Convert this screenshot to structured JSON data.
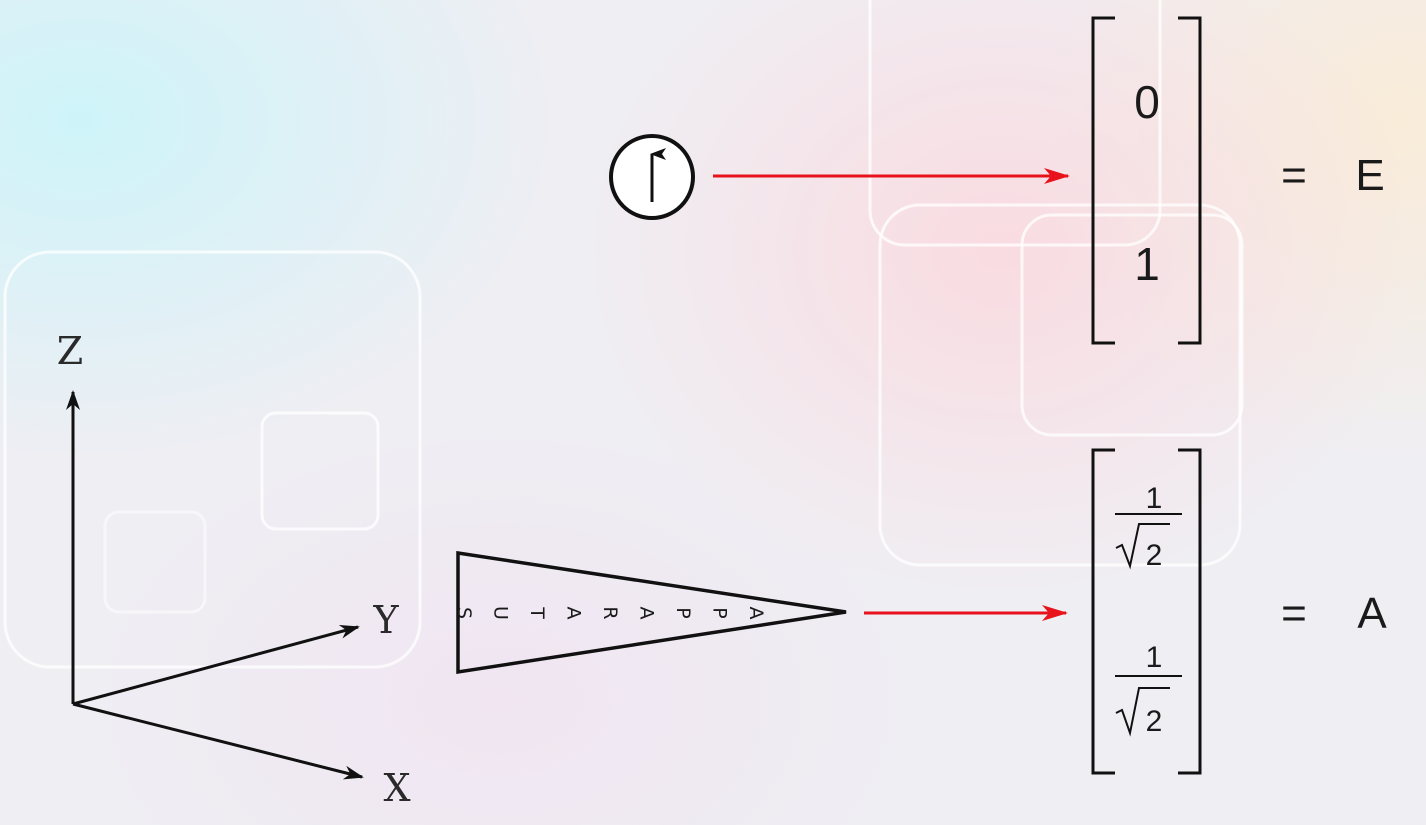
{
  "axes": {
    "z_label": "Z",
    "y_label": "Y",
    "x_label": "X"
  },
  "apparatus": {
    "letters": [
      "A",
      "P",
      "P",
      "A",
      "R",
      "A",
      "T",
      "U",
      "S"
    ]
  },
  "top_row": {
    "symbol": "spin-up-arrow-icon",
    "matrix": [
      "0",
      "1"
    ],
    "equals": "=",
    "result": "E"
  },
  "bottom_row": {
    "matrix": [
      {
        "numerator": "1",
        "denominator": "2"
      },
      {
        "numerator": "1",
        "denominator": "2"
      }
    ],
    "equals": "=",
    "result": "A"
  },
  "colors": {
    "arrow_red": "#e8121c",
    "ink": "#111111"
  }
}
